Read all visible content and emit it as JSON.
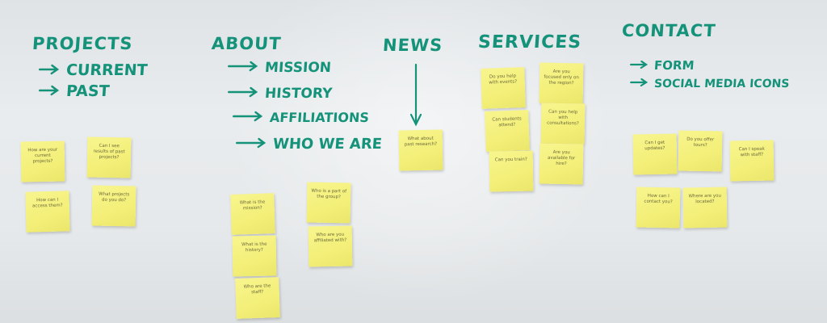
{
  "headings": {
    "projects": "PROJECTS",
    "about": "ABOUT",
    "news": "NEWS",
    "services": "SERVICES",
    "contact": "CONTACT"
  },
  "projects_items": [
    "CURRENT",
    "PAST"
  ],
  "about_items": [
    "MISSION",
    "HISTORY",
    "AFFILIATIONS",
    "WHO WE ARE"
  ],
  "contact_items": [
    "FORM",
    "SOCIAL MEDIA ICONS"
  ],
  "arrow_icon": "right-arrow-icon",
  "news_arrow_icon": "down-arrow-icon",
  "colors": {
    "marker": "#15937a",
    "sticky_note": "#f5f17c",
    "whiteboard": "#e6e9eb"
  },
  "notes": {
    "projects": [
      "How are your current projects?",
      "Can I see results of past projects?",
      "How can I access them?",
      "What projects do you do?"
    ],
    "about": [
      "What is the mission?",
      "What is the history?",
      "Who are the staff?",
      "Who is a part of the group?",
      "Who are you affiliated with?"
    ],
    "news": [
      "What about past research?"
    ],
    "services": [
      "Do you help with events?",
      "Are you focused only on the region?",
      "Can students attend?",
      "Can you help with consultations?",
      "Can you train?",
      "Are you available for hire?"
    ],
    "contact": [
      "Can I get updates?",
      "Do you offer tours?",
      "Can I speak with staff?",
      "How can I contact you?",
      "Where are you located?"
    ]
  }
}
